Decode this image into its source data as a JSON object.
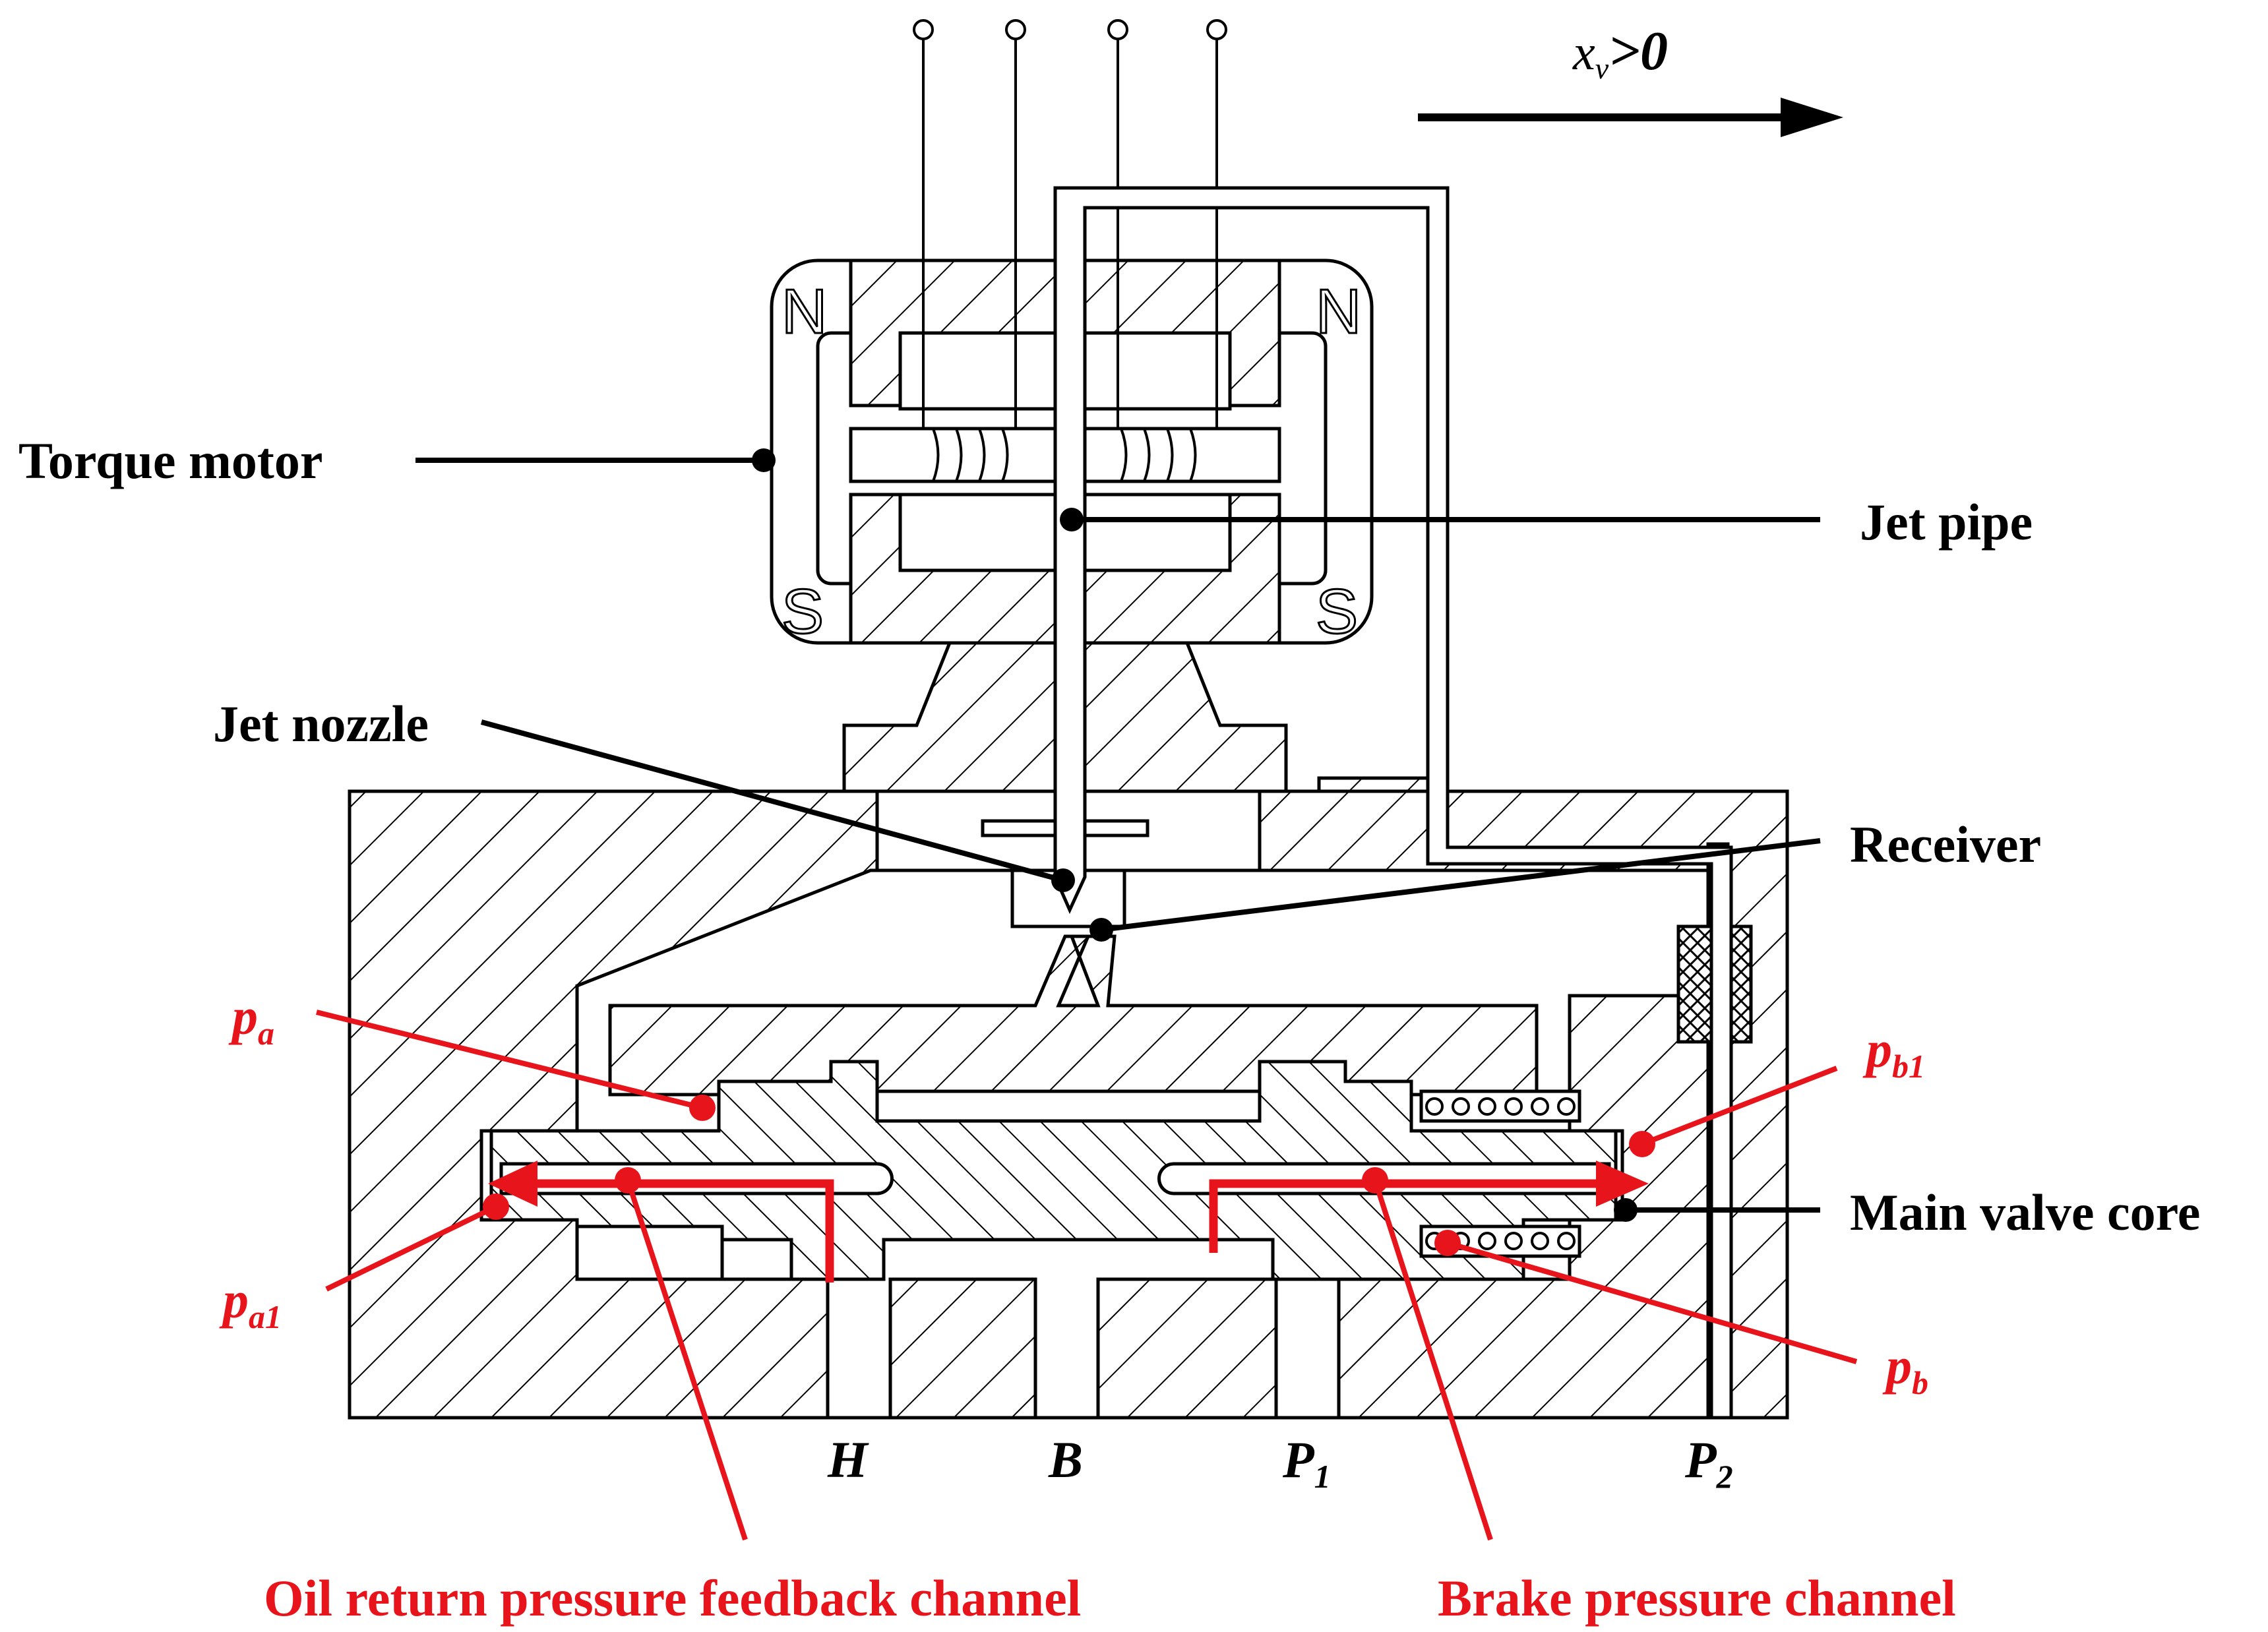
{
  "labels": {
    "torque_motor": "Torque motor",
    "jet_pipe": "Jet pipe",
    "jet_nozzle": "Jet nozzle",
    "receiver": "Receiver",
    "main_valve_core": "Main valve core",
    "oil_return_channel": "Oil return pressure feedback channel",
    "brake_pressure_channel": "Brake pressure channel"
  },
  "displacement": {
    "symbol": "x",
    "subscript": "v",
    "condition": ">0"
  },
  "magnet_poles": {
    "north_left": "N",
    "north_right": "N",
    "south_left": "S",
    "south_right": "S"
  },
  "ports": {
    "H": {
      "main": "H",
      "sub": ""
    },
    "B": {
      "main": "B",
      "sub": ""
    },
    "P1": {
      "main": "P",
      "sub": "1"
    },
    "P2": {
      "main": "P",
      "sub": "2"
    }
  },
  "pressures": {
    "pa": {
      "main": "p",
      "sub": "a"
    },
    "pa1": {
      "main": "p",
      "sub": "a1"
    },
    "pb": {
      "main": "p",
      "sub": "b"
    },
    "pb1": {
      "main": "p",
      "sub": "b1"
    }
  },
  "colors": {
    "channel_red": "#e8141c",
    "outline": "#000000",
    "background": "#ffffff"
  }
}
